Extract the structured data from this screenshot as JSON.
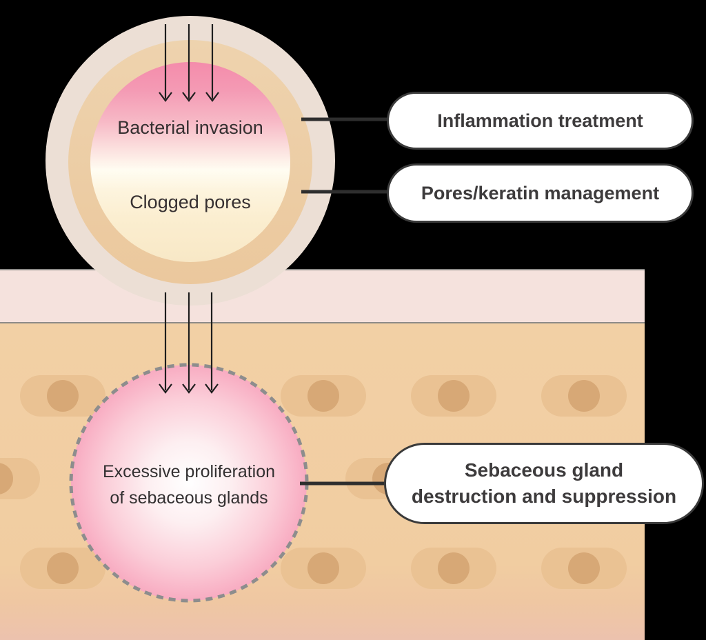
{
  "diagram": {
    "pore_circle": {
      "label_top": "Bacterial invasion",
      "label_bottom": "Clogged pores"
    },
    "gland_circle": {
      "line1": "Excessive proliferation",
      "line2": "of sebaceous glands"
    },
    "treatments": [
      {
        "label": "Inflammation treatment"
      },
      {
        "label": "Pores/keratin management"
      },
      {
        "line1": "Sebaceous gland",
        "line2": "destruction and suppression"
      }
    ],
    "colors": {
      "background": "#000000",
      "epidermis_band": "#f5e2dd",
      "dermis_skin": "#f2d0a5",
      "skin_cell": "#eac293",
      "cell_nucleus": "#d7a876",
      "pore_halo": "#ecdfd5",
      "pore_ring": "#edcda4",
      "inflamed_pink": "#f48cab",
      "sebum_cream": "#f8e8c6",
      "gland_pink": "#f8abc1",
      "gland_dash": "#8d8d8d",
      "pill_background": "#ffffff",
      "pill_border": "#3a3a3a",
      "text": "#363031",
      "connector": "#2e2e2e",
      "arrow": "#1e1e1e"
    }
  }
}
